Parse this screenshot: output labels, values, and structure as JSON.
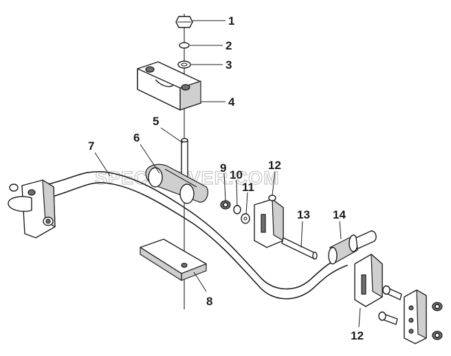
{
  "watermark": "SPECSERVER.COM",
  "callouts": [
    {
      "id": "1",
      "label": "1"
    },
    {
      "id": "2",
      "label": "2"
    },
    {
      "id": "3",
      "label": "3"
    },
    {
      "id": "4",
      "label": "4"
    },
    {
      "id": "5",
      "label": "5"
    },
    {
      "id": "6",
      "label": "6"
    },
    {
      "id": "7",
      "label": "7"
    },
    {
      "id": "8",
      "label": "8"
    },
    {
      "id": "9",
      "label": "9"
    },
    {
      "id": "10",
      "label": "10"
    },
    {
      "id": "11",
      "label": "11"
    },
    {
      "id": "12a",
      "label": "12"
    },
    {
      "id": "12b",
      "label": "12"
    },
    {
      "id": "13",
      "label": "13"
    },
    {
      "id": "14",
      "label": "14"
    }
  ]
}
